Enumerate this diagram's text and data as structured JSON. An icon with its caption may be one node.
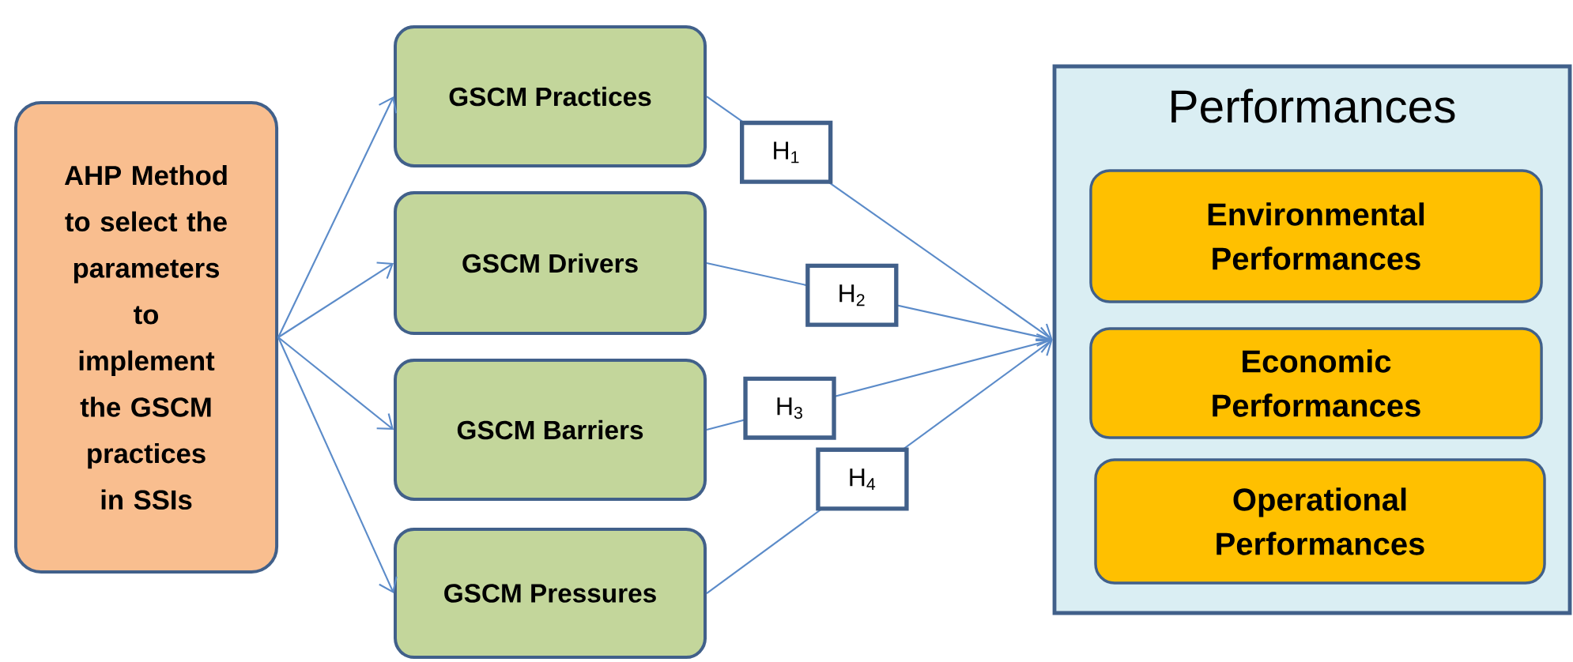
{
  "diagram": {
    "nodes": [
      {
        "text": [
          "AHP Method to select the parameters to implement the GSCM practices in SSIs"
        ]
      },
      {
        "text": [
          "GSCM Practices"
        ]
      },
      {
        "text": [
          "GSCM Drivers"
        ]
      },
      {
        "text": [
          "GSCM Barriers"
        ]
      },
      {
        "text": [
          "GSCM Pressures"
        ]
      },
      {
        "text": [
          "Performances"
        ]
      },
      {
        "text": [
          "Environmental Performances"
        ],
        "in": 5
      },
      {
        "text": [
          "Economic Performances"
        ],
        "in": 5
      },
      {
        "text": [
          "Operational Performances"
        ],
        "in": 5
      }
    ],
    "edges": [
      {
        "from": 0,
        "to": 1,
        "arrow": "to"
      },
      {
        "from": 0,
        "to": 2,
        "arrow": "to"
      },
      {
        "from": 0,
        "to": 3,
        "arrow": "to"
      },
      {
        "from": 0,
        "to": 4,
        "arrow": "to"
      },
      {
        "from": 1,
        "to": 5,
        "arrow": "to",
        "label": "H$_{1}$"
      },
      {
        "from": 2,
        "to": 5,
        "arrow": "to",
        "label": "H$_{2}$"
      },
      {
        "from": 3,
        "to": 5,
        "arrow": "to",
        "label": "H$_{3}$"
      },
      {
        "from": 4,
        "to": 5,
        "arrow": "to",
        "label": "H$_{4}$"
      }
    ]
  }
}
